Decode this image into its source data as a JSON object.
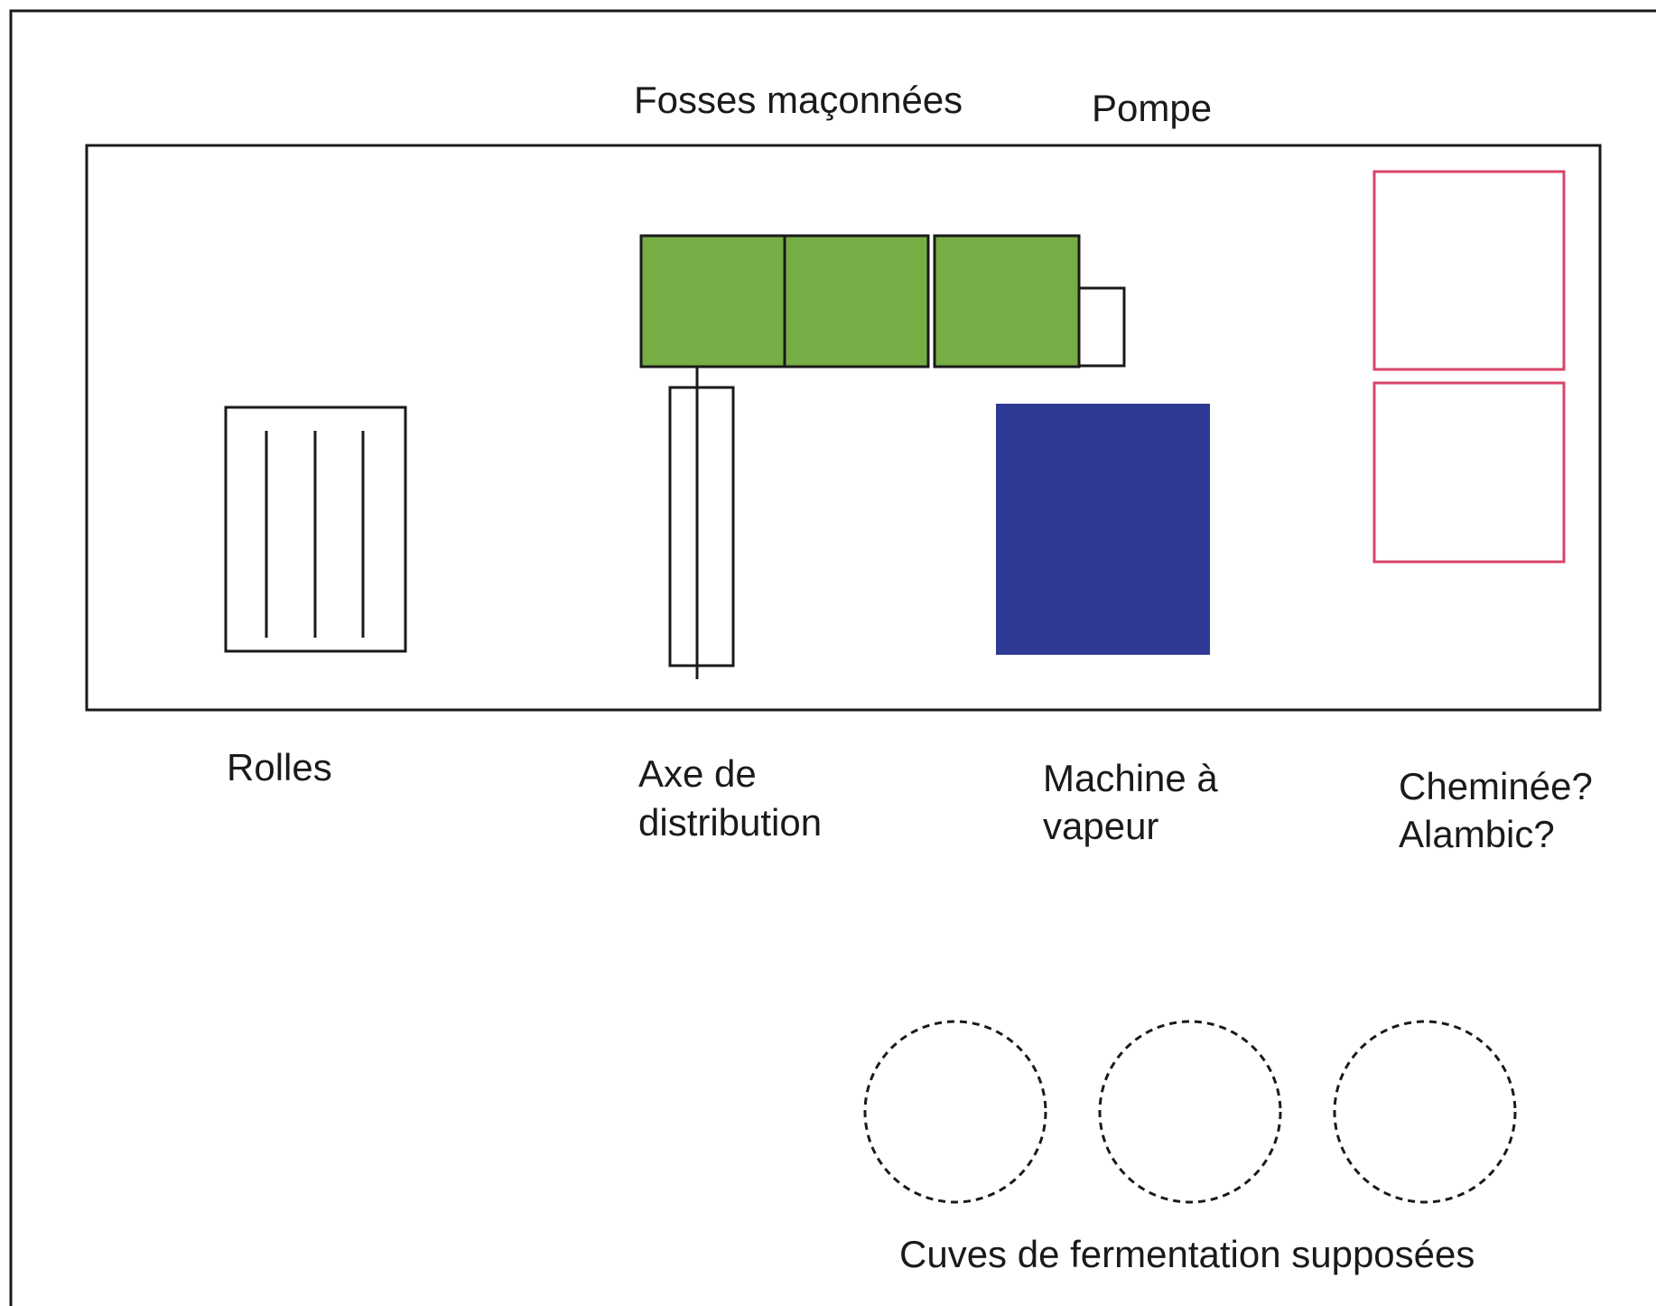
{
  "labels": {
    "fosses": "Fosses maçonnées",
    "pompe": "Pompe",
    "rolles": "Rolles",
    "axe_line1": "Axe de",
    "axe_line2": "distribution",
    "machine_line1": "Machine à",
    "machine_line2": "vapeur",
    "cheminee_line1": "Cheminée?",
    "cheminee_line2": "Alambic?",
    "cuves": "Cuves de fermentation supposées"
  },
  "colors": {
    "outline": "#1a1a1a",
    "fosses_fill": "#76ad44",
    "machine_fill": "#2e3a93",
    "cheminee_stroke": "#d8436a"
  }
}
